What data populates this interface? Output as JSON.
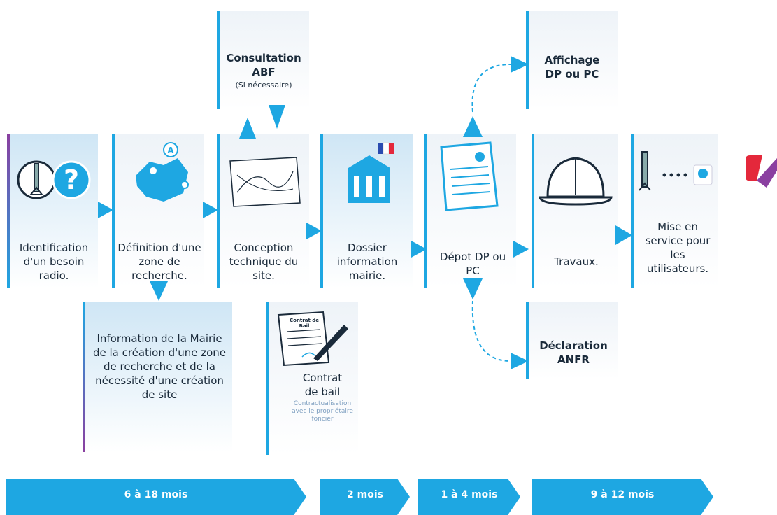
{
  "steps": {
    "identification": "Identification d'un besoin radio.",
    "definition": "Définition d'une zone de recherche.",
    "conception": "Conception technique du site.",
    "dossier": "Dossier information mairie.",
    "depot": "Dépot DP ou PC",
    "travaux": "Travaux.",
    "mise_en_service": "Mise en service pour les utilisateurs."
  },
  "side_boxes": {
    "consultation_title": "Consultation ABF",
    "consultation_note": "(Si nécessaire)",
    "affichage": "Affichage DP ou PC",
    "declaration": "Déclaration ANFR",
    "information_mairie": "Information de la Mairie de la création d'une zone de recherche et de la nécessité d'une création de site",
    "contrat_title": "Contrat de bail",
    "contrat_note": "Contractualisation avec le propriétaire foncier",
    "contrat_doc_heading": "Contrat de Bail"
  },
  "timeline": [
    {
      "label": "6 à 18 mois"
    },
    {
      "label": "2 mois"
    },
    {
      "label": "1 à 4 mois"
    },
    {
      "label": "9 à 12 mois"
    }
  ],
  "icons": {
    "identification": "antenna-question-icon",
    "definition": "france-map-pins-icon",
    "conception": "technical-plan-icon",
    "dossier": "town-hall-flag-icon",
    "depot": "form-document-icon",
    "travaux": "hard-hat-icon",
    "mise_en_service": "antenna-to-phone-icon",
    "contrat": "signed-contract-icon"
  },
  "colors": {
    "accent_blue": "#1ea7e2",
    "card_bg": "#eef3f8",
    "purple": "#8a3fa0",
    "brand_red": "#e4283b"
  }
}
